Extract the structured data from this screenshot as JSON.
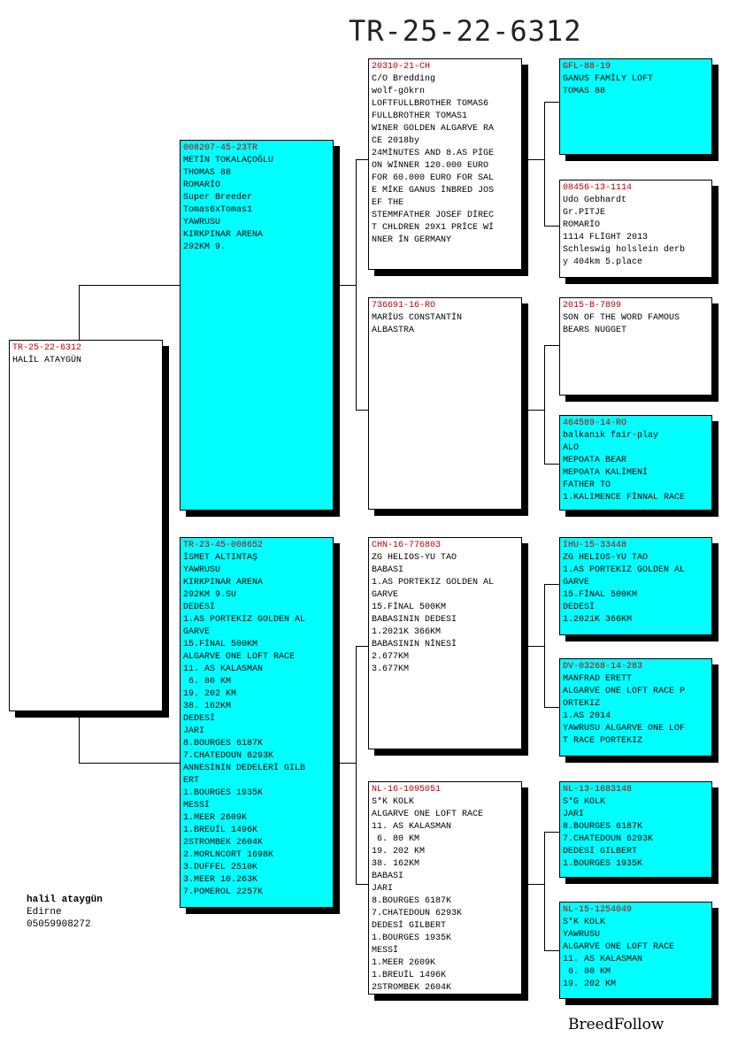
{
  "header": {
    "title": "TR-25-22-6312"
  },
  "pigeons": [
    {
      "id": "subject",
      "ring": "TR-25-22-6312",
      "lines": [
        "HALİL ATAYGÜN"
      ]
    },
    {
      "id": "sire",
      "ring": "008207-45-23TR",
      "lines": [
        "METİN TOKALAÇOĞLU",
        "THOMAS 88",
        "ROMARİO",
        "Super Breeder",
        "Tomas6xTomas1",
        "YAWRUSU",
        "KIRKPINAR ARENA",
        "292KM 9."
      ]
    },
    {
      "id": "dam",
      "ring": "TR-23-45-008652",
      "lines": [
        "İSMET ALTINTAŞ",
        "YAWRUSU",
        "KIRKPINAR ARENA",
        "292KM 9.SU",
        "DEDESİ",
        "1.AS PORTEKIZ GOLDEN AL",
        "GARVE",
        "15.FİNAL 500KM",
        "ALGARVE ONE LOFT RACE",
        "11. AS KALASMAN",
        " 6. 80 KM",
        "19. 202 KM",
        "38. 162KM",
        "DEDESİ",
        "JARI",
        "8.BOURGES 6187K",
        "7.CHATEDOUN 6293K",
        "ANNESININ DEDELERİ GILB",
        "ERT",
        "1.BOURGES 1935K",
        "MESSİ",
        "1.MEER 2609K",
        "1.BREUİL 1496K",
        "2STROMBEK 2604K",
        "2.MORLNCORT 1698K",
        "3.DUFFEL 2510K",
        "3.MEER 10.263K",
        "7.POMEROL 2257K"
      ]
    },
    {
      "id": "sire-sire",
      "ring": "20310-21-CH",
      "lines": [
        "C/O Bredding",
        "wolf-gökrn",
        "LOFTFULLBROTHER TOMAS6",
        "FULLBROTHER TOMAS1",
        "WINER GOLDEN ALGARVE RA",
        "CE 2018by",
        "24MİNUTES AND 8.AS PİGE",
        "ON WİNNER 120.000 EURO",
        "FOR 60.000 EURO FOR SAL",
        "E MİKE GANUS İNBRED JOS",
        "EF THE",
        "STEMMFATHER JOSEF DİREC",
        "T CHLDREN 29X1 PRİCE Wİ",
        "NNER İN GERMANY"
      ]
    },
    {
      "id": "sire-dam",
      "ring": "736691-16-RO",
      "lines": [
        "MARİUS CONSTANTİN",
        "ALBASTRA"
      ]
    },
    {
      "id": "dam-sire",
      "ring": "CHN-16-776803",
      "lines": [
        "ZG HELIOS-YU TAO",
        "BABASI",
        "1.AS PORTEKIZ GOLDEN AL",
        "GARVE",
        "15.FİNAL 500KM",
        "BABASININ DEDESI",
        "1.2021K 366KM",
        "BABASININ NİNESİ",
        "2.677KM",
        "3.677KM"
      ]
    },
    {
      "id": "dam-dam",
      "ring": "NL-16-1095051",
      "lines": [
        "S*K KOLK",
        "ALGARVE ONE LOFT RACE",
        "11. AS KALASMAN",
        " 6. 80 KM",
        "19. 202 KM",
        "38. 162KM",
        "BABASI",
        "JARI",
        "8.BOURGES 6187K",
        "7.CHATEDOUN 6293K",
        "DEDESİ GILBERT",
        "1.BOURGES 1935K",
        "MESSİ",
        "1.MEER 2609K",
        "1.BREUİL 1496K",
        "2STROMBEK 2604K"
      ]
    },
    {
      "id": "ggp-1",
      "ring": "GFL-88-19",
      "lines": [
        "GANUS FAMİLY LOFT",
        "TOMAS 88"
      ]
    },
    {
      "id": "ggp-2",
      "ring": "08456-13-1114",
      "lines": [
        "Udo Gebhardt",
        "Gr.PITJE",
        "ROMARİO",
        "1114 FLİGHT 2013",
        "Schleswig holslein derb",
        "y 404km 5.place"
      ]
    },
    {
      "id": "ggp-3",
      "ring": "2015-B-7899",
      "lines": [
        "SON OF THE WORD FAMOUS",
        "BEARS NUGGET"
      ]
    },
    {
      "id": "ggp-4",
      "ring": "464589-14-RO",
      "lines": [
        "balkanık fair-play",
        "ALO",
        "MEPOATA BEAR",
        "MEPOATA KALİMENİ",
        "FATHER TO",
        "1.KALIMENCE FİNNAL RACE"
      ]
    },
    {
      "id": "ggp-5",
      "ring": "IHU-15-33448",
      "lines": [
        "ZG HELIOS-YU TAO",
        "1.AS PORTEKIZ GOLDEN AL",
        "GARVE",
        "15.FİNAL 500KM",
        "DEDESİ",
        "1.2021K 366KM"
      ]
    },
    {
      "id": "ggp-6",
      "ring": "DV-03268-14-283",
      "lines": [
        "MANFRAD ERETT",
        "ALGARVE ONE LOFT RACE P",
        "ORTEKIZ",
        "1.AS 2014",
        "YAWRUSU ALGARVE ONE LOF",
        "T RACE PORTEKIZ"
      ]
    },
    {
      "id": "ggp-7",
      "ring": "NL-13-1683148",
      "lines": [
        "S*G KOLK",
        "JARI",
        "8.BOURGES 6187K",
        "7.CHATEDOUN 6293K",
        "DEDESİ GILBERT",
        "1.BOURGES 1935K"
      ]
    },
    {
      "id": "ggp-8",
      "ring": "NL-15-1254049",
      "lines": [
        "S*K KOLK",
        "YAWRUSU",
        "ALGARVE ONE LOFT RACE",
        "11. AS KALASMAN",
        " 6. 80 KM",
        "19. 202 KM"
      ]
    }
  ],
  "owner": {
    "name": "halil ataygün",
    "city": "Edirne",
    "phone": "05059908272"
  },
  "brand": "BreedFollow",
  "colors": {
    "highlight": "#00ffff",
    "ring_number": "#c00000",
    "shadow": "#000000"
  }
}
